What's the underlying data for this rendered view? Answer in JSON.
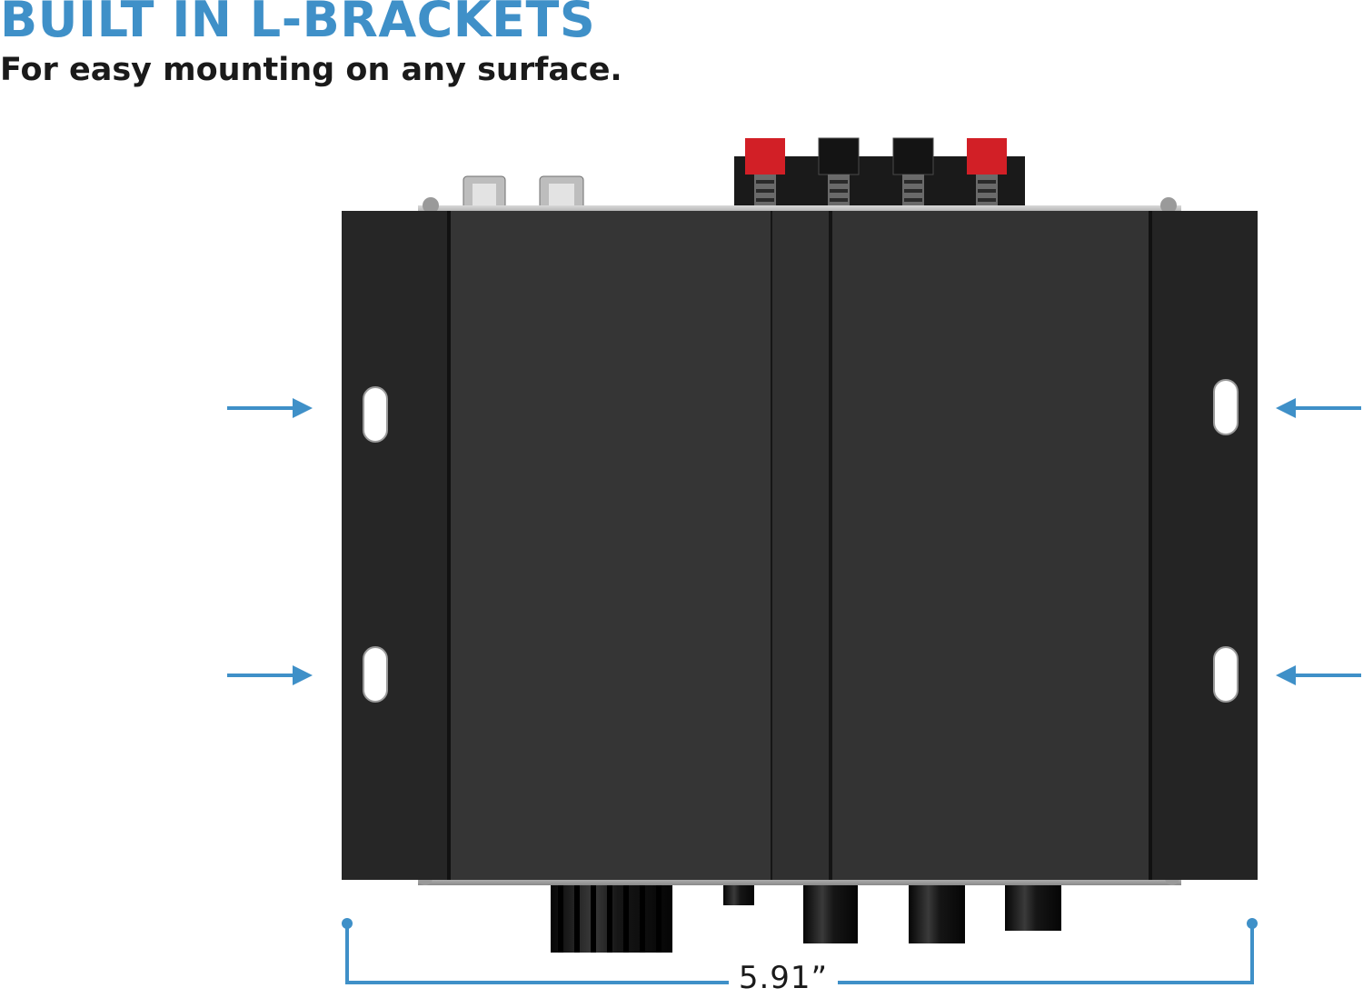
{
  "headline": "BUILT IN L-BRACKETS",
  "subheadline": "For easy mounting on any surface.",
  "dimension": {
    "width_label": "5.91”"
  },
  "colors": {
    "accent": "#3f90c8",
    "text": "#1a1a1a",
    "chassis": "#2f2f2f",
    "bracket": "#262626",
    "terminal_red": "#d21f26",
    "terminal_black": "#141414"
  },
  "icons": {
    "arrow": "arrow-right-icon / arrow-left-icon",
    "dimension": "dimension-line-icon"
  }
}
